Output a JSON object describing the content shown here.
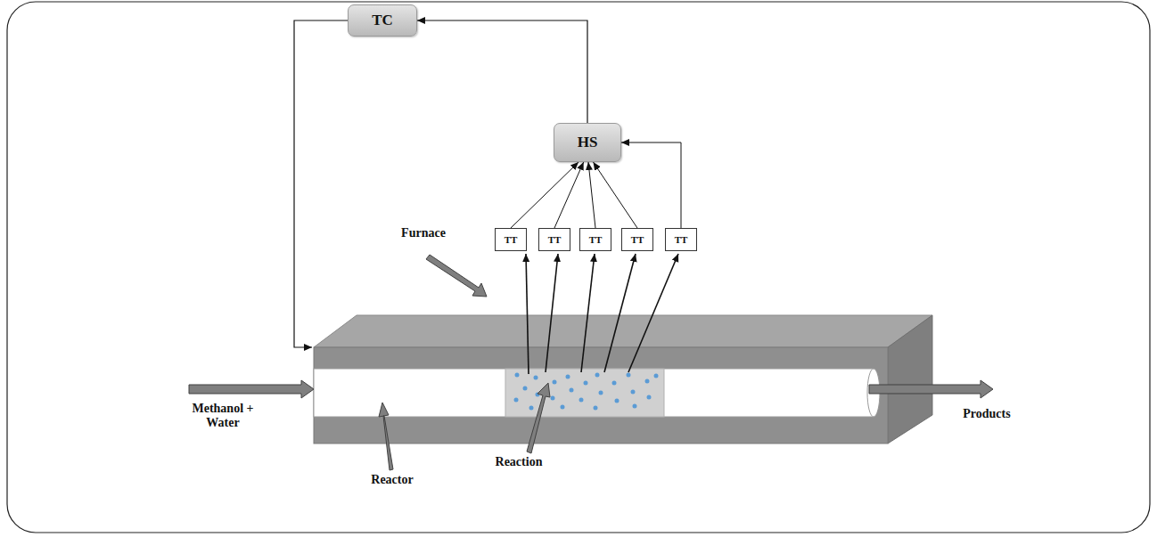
{
  "diagram": {
    "nodes": [
      {
        "text": [
          "TC"
        ]
      },
      {
        "text": [
          "HS"
        ]
      },
      {
        "text": [
          "TT"
        ]
      },
      {
        "text": [
          "TT"
        ]
      },
      {
        "text": [
          "TT"
        ]
      },
      {
        "text": [
          "TT"
        ]
      },
      {
        "text": [
          "TT"
        ]
      }
    ],
    "edges": [
      {
        "from": 1,
        "to": 0,
        "arrow": "to"
      },
      {
        "from": 2,
        "to": 1,
        "arrow": "to"
      },
      {
        "from": 3,
        "to": 1,
        "arrow": "to"
      },
      {
        "from": 4,
        "to": 1,
        "arrow": "to"
      },
      {
        "from": 5,
        "to": 1,
        "arrow": "to"
      },
      {
        "from": 6,
        "to": 1,
        "arrow": "to"
      }
    ],
    "labels": [
      "Furnace",
      "Methanol + Water",
      "Products",
      "Reactor",
      "Reaction"
    ]
  }
}
